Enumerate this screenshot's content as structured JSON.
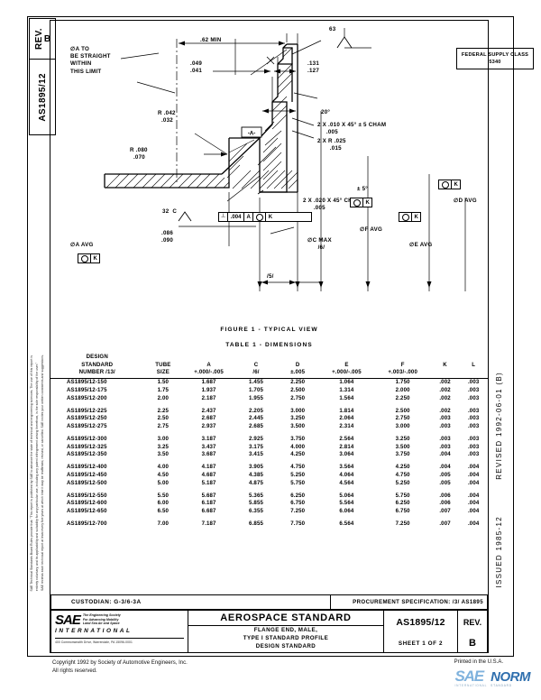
{
  "document": {
    "standard_number": "AS1895/12",
    "revision_label": "REV.",
    "revision": "B",
    "issued": "ISSUED 1985-12",
    "revised": "REVISED 1992-06-01 (B)",
    "federal_supply_class_label": "FEDERAL SUPPLY CLASS",
    "federal_supply_class_value": "5340",
    "figure_caption": "FIGURE 1 - TYPICAL VIEW",
    "table_caption": "TABLE 1 - DIMENSIONS"
  },
  "legal_text": {
    "line1": "SAE Technical Standards Board Rules provide that: \"This report is published by SAE to advance the state of technical and engineering sciences.  The use of this report is",
    "line2": "entirely voluntary, and its applicability and suitability for any particular use, including any patent infringement arising therefrom, is the sole responsibility of the user.\"",
    "line3": "SAE reviews each technical report at least every five years at which time it may be reaffirmed, revised, or cancelled.  SAE invites your written comments and suggestions."
  },
  "drawing": {
    "annotations": [
      {
        "name": "straight-limit-note",
        "text": "∅A TO\nBE STRAIGHT\nWITHIN\nTHIS LIMIT"
      },
      {
        "name": "dim-62-min",
        "text": ".62 MIN"
      },
      {
        "name": "dim-049-041",
        "text": ".049\n.041"
      },
      {
        "name": "dim-131-127",
        "text": ".131\n.127"
      },
      {
        "name": "surface-finish-63",
        "text": "63"
      },
      {
        "name": "angle-20-deg",
        "text": "20°"
      },
      {
        "name": "radius-042-032",
        "text": "R .042\n  .032"
      },
      {
        "name": "radius-080-070",
        "text": "R .080\n  .070"
      },
      {
        "name": "chamfer-010",
        "text": "2 X .010 X 45° ± 5 CHAM\n     .005"
      },
      {
        "name": "radius-025-015",
        "text": "2 X R .025\n       .015"
      },
      {
        "name": "chamfer-020",
        "text": "2 X .020 X 45° CHAM\n      .005"
      },
      {
        "name": "chamfer-tol",
        "text": "± 5°"
      },
      {
        "name": "datum-a",
        "text": "-A-"
      },
      {
        "name": "surface-finish-32-c",
        "text": "32  C"
      },
      {
        "name": "dim-086-090",
        "text": ".086\n.090"
      },
      {
        "name": "note-5",
        "text": "/5/"
      },
      {
        "name": "note-6-c-max",
        "text": "∅C MAX\n  /6/"
      },
      {
        "name": "dia-a-avg",
        "text": "∅A AVG"
      },
      {
        "name": "dia-f-avg",
        "text": "∅F AVG"
      },
      {
        "name": "dia-e-avg",
        "text": "∅E AVG"
      },
      {
        "name": "dia-d-avg",
        "text": "∅D AVG"
      },
      {
        "name": "fcf-perp-value",
        "text": ".004"
      },
      {
        "name": "fcf-datum-a",
        "text": "A"
      },
      {
        "name": "fcf-k",
        "text": "K"
      }
    ]
  },
  "table": {
    "headers_top": [
      "DESIGN",
      "TUBE",
      "A",
      "C",
      "D",
      "E",
      "F",
      "K",
      "L"
    ],
    "headers": [
      {
        "l1": "DESIGN",
        "l2": "STANDARD",
        "l3": "NUMBER /13/"
      },
      {
        "l1": "",
        "l2": "TUBE",
        "l3": "SIZE"
      },
      {
        "l1": "",
        "l2": "A",
        "l3": "+.000/-.005"
      },
      {
        "l1": "",
        "l2": "C",
        "l3": "/6/"
      },
      {
        "l1": "",
        "l2": "D",
        "l3": "±.005"
      },
      {
        "l1": "",
        "l2": "E",
        "l3": "+.000/-.005"
      },
      {
        "l1": "",
        "l2": "F",
        "l3": "+.003/-.000"
      },
      {
        "l1": "",
        "l2": "K",
        "l3": ""
      },
      {
        "l1": "",
        "l2": "L",
        "l3": ""
      }
    ],
    "groups": [
      [
        [
          "AS1895/12-150",
          "1.50",
          "1.687",
          "1.455",
          "2.250",
          "1.064",
          "1.750",
          ".002",
          ".003"
        ],
        [
          "AS1895/12-175",
          "1.75",
          "1.937",
          "1.705",
          "2.500",
          "1.314",
          "2.000",
          ".002",
          ".003"
        ],
        [
          "AS1895/12-200",
          "2.00",
          "2.187",
          "1.955",
          "2.750",
          "1.564",
          "2.250",
          ".002",
          ".003"
        ]
      ],
      [
        [
          "AS1895/12-225",
          "2.25",
          "2.437",
          "2.205",
          "3.000",
          "1.814",
          "2.500",
          ".002",
          ".003"
        ],
        [
          "AS1895/12-250",
          "2.50",
          "2.687",
          "2.445",
          "3.250",
          "2.064",
          "2.750",
          ".003",
          ".003"
        ],
        [
          "AS1895/12-275",
          "2.75",
          "2.937",
          "2.685",
          "3.500",
          "2.314",
          "3.000",
          ".003",
          ".003"
        ]
      ],
      [
        [
          "AS1895/12-300",
          "3.00",
          "3.187",
          "2.925",
          "3.750",
          "2.564",
          "3.250",
          ".003",
          ".003"
        ],
        [
          "AS1895/12-325",
          "3.25",
          "3.437",
          "3.175",
          "4.000",
          "2.814",
          "3.500",
          ".003",
          ".003"
        ],
        [
          "AS1895/12-350",
          "3.50",
          "3.687",
          "3.415",
          "4.250",
          "3.064",
          "3.750",
          ".004",
          ".003"
        ]
      ],
      [
        [
          "AS1895/12-400",
          "4.00",
          "4.187",
          "3.905",
          "4.750",
          "3.564",
          "4.250",
          ".004",
          ".004"
        ],
        [
          "AS1895/12-450",
          "4.50",
          "4.687",
          "4.385",
          "5.250",
          "4.064",
          "4.750",
          ".005",
          ".004"
        ],
        [
          "AS1895/12-500",
          "5.00",
          "5.187",
          "4.875",
          "5.750",
          "4.564",
          "5.250",
          ".005",
          ".004"
        ]
      ],
      [
        [
          "AS1895/12-550",
          "5.50",
          "5.687",
          "5.365",
          "6.250",
          "5.064",
          "5.750",
          ".006",
          ".004"
        ],
        [
          "AS1895/12-600",
          "6.00",
          "6.187",
          "5.855",
          "6.750",
          "5.564",
          "6.250",
          ".006",
          ".004"
        ],
        [
          "AS1895/12-650",
          "6.50",
          "6.687",
          "6.355",
          "7.250",
          "6.064",
          "6.750",
          ".007",
          ".004"
        ]
      ],
      [
        [
          "AS1895/12-700",
          "7.00",
          "7.187",
          "6.855",
          "7.750",
          "6.564",
          "7.250",
          ".007",
          ".004"
        ]
      ]
    ]
  },
  "footer": {
    "custodian": "CUSTODIAN:   G-3/6-3A",
    "procurement": "PROCUREMENT SPECIFICATION:   /3/   AS1895",
    "logo": {
      "mark": "SAE",
      "tagline_1": "The Engineering Society",
      "tagline_2": "For Advancing Mobility",
      "tagline_3": "Land Sea Air and Space",
      "international": "INTERNATIONAL",
      "address": "400 Commonwealth Drive, Warrendale, PA  15096-0001"
    },
    "title_main": "AEROSPACE STANDARD",
    "title_sub_1": "FLANGE END, MALE,",
    "title_sub_2": "TYPE I STANDARD PROFILE",
    "title_sub_3": "DESIGN STANDARD",
    "doc_number": "AS1895/12",
    "sheet": "SHEET 1 OF 2",
    "rev_label": "REV.",
    "rev_value": "B",
    "copyright_1": "Copyright 1992  by Society of Automotive Engineers, Inc.",
    "copyright_2": "All rights reserved.",
    "printed": "Printed in the U.S.A.",
    "watermark_sae": "SAE",
    "watermark_norm": "NORM",
    "watermark_sub": "INTERNATIONAL",
    "watermark_sub2": "STANDARD"
  },
  "colors": {
    "ink": "#000000",
    "watermark_light": "#7fb2dd",
    "watermark_dark": "#2f6fae"
  }
}
